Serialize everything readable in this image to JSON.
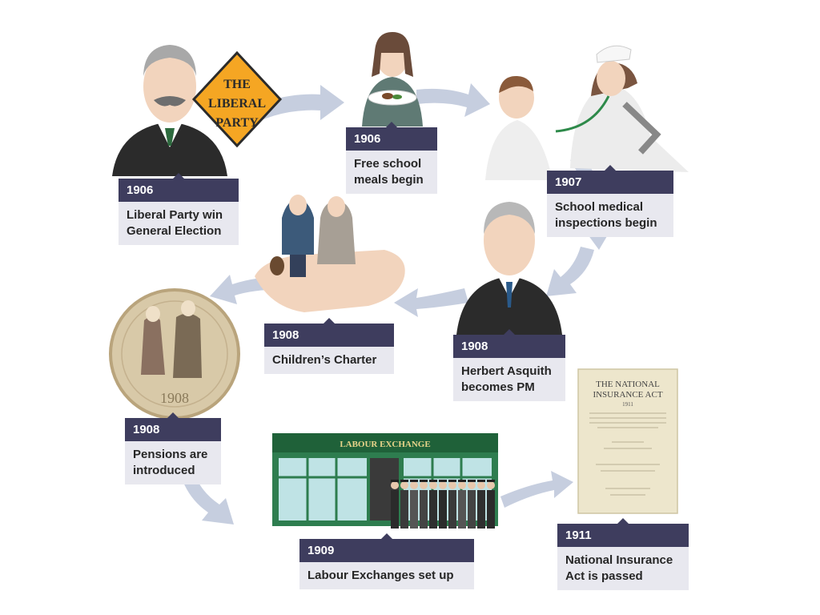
{
  "events": [
    {
      "id": "liberal",
      "year": "1906",
      "label": "Liberal Party win\nGeneral Election"
    },
    {
      "id": "meals",
      "year": "1906",
      "label": "Free school\nmeals begin"
    },
    {
      "id": "medical",
      "year": "1907",
      "label": "School medical\ninspections begin"
    },
    {
      "id": "asquith",
      "year": "1908",
      "label": "Herbert Asquith\nbecomes PM"
    },
    {
      "id": "charter",
      "year": "1908",
      "label": "Children’s Charter"
    },
    {
      "id": "pensions",
      "year": "1908",
      "label": "Pensions are\nintroduced"
    },
    {
      "id": "labour",
      "year": "1909",
      "label": "Labour Exchanges set up"
    },
    {
      "id": "insurance",
      "year": "1911",
      "label": "National Insurance\nAct is passed"
    }
  ],
  "images": {
    "liberal_sign": [
      "THE",
      "LIBERAL",
      "PARTY"
    ],
    "coin_year": "1908",
    "labour_sign": "LABOUR EXCHANGE",
    "act_title": [
      "THE  NATIONAL",
      "INSURANCE ACT",
      "1911"
    ]
  },
  "colors": {
    "card_header": "#3e3d5e",
    "card_body": "#e8e8ef",
    "arrow": "#c6cedf",
    "sign": "#f5a623",
    "building": "#2e7d4f"
  }
}
